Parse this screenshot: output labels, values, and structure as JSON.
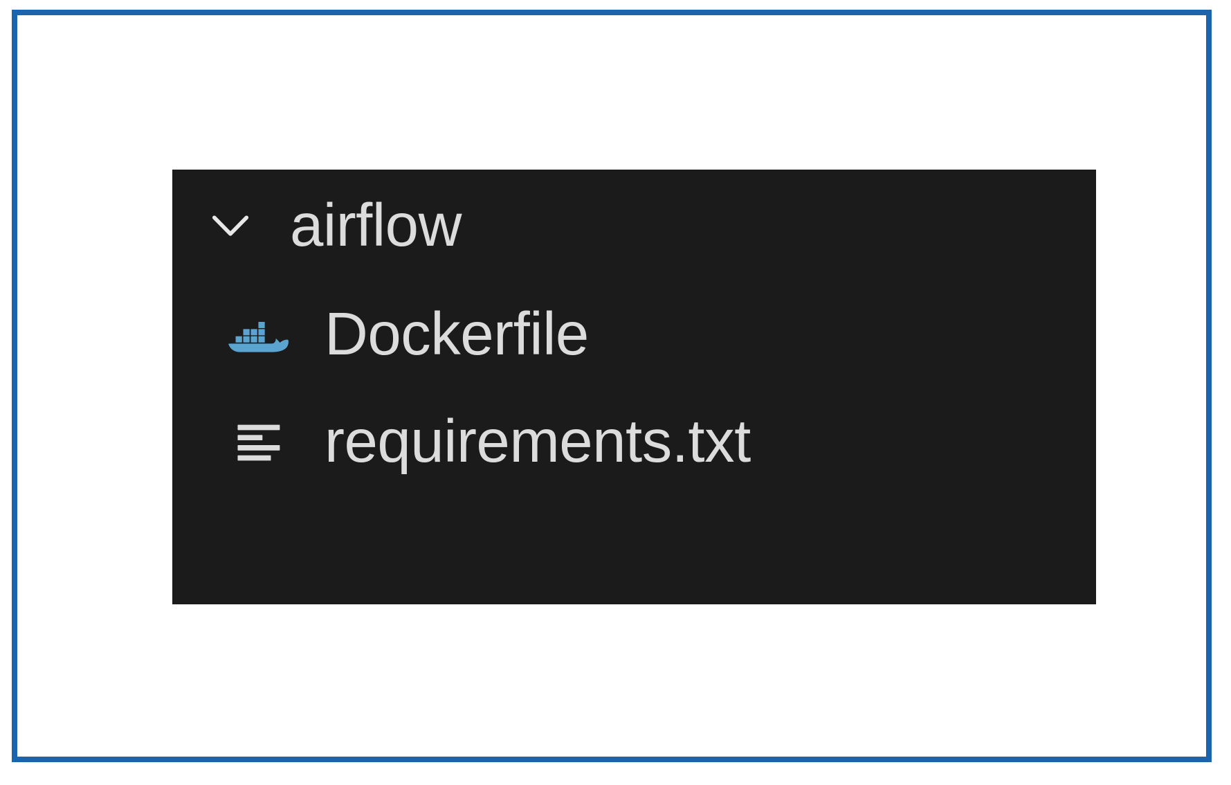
{
  "frame": {
    "border_color": "#1c64ad",
    "background_color": "#ffffff"
  },
  "explorer": {
    "panel_background": "#1b1b1b",
    "text_color": "#dcdcdc",
    "items": [
      {
        "label": "airflow",
        "type": "folder",
        "state": "expanded",
        "icon": "chevron-down-icon",
        "icon_color": "#e6e6e6",
        "depth": 0
      },
      {
        "label": "Dockerfile",
        "type": "file",
        "icon": "docker-whale-icon",
        "icon_color": "#5ba4d0",
        "depth": 1
      },
      {
        "label": "requirements.txt",
        "type": "file",
        "icon": "text-lines-icon",
        "icon_color": "#d8d8d8",
        "depth": 1
      }
    ]
  }
}
